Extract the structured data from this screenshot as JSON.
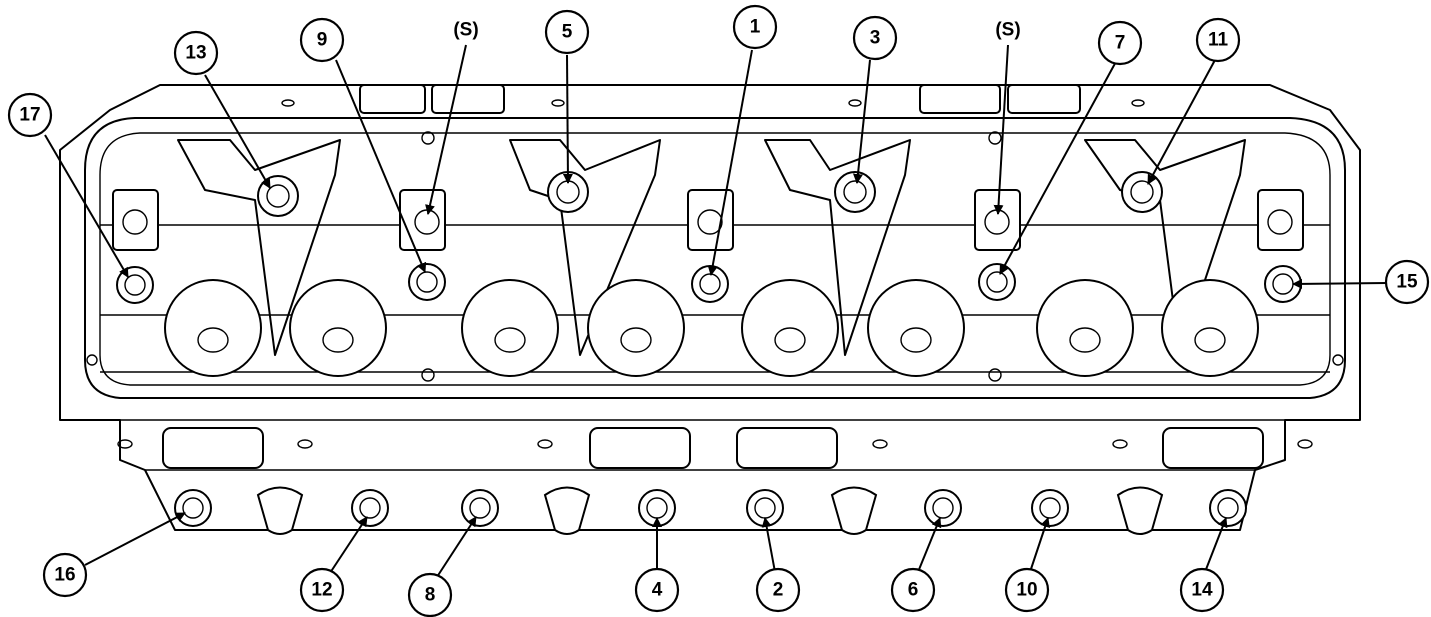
{
  "callouts": [
    {
      "label": "17"
    },
    {
      "label": "13"
    },
    {
      "label": "9"
    },
    {
      "label": "5"
    },
    {
      "label": "1"
    },
    {
      "label": "3"
    },
    {
      "label": "7"
    },
    {
      "label": "11"
    },
    {
      "label": "15"
    },
    {
      "label": "16"
    },
    {
      "label": "12"
    },
    {
      "label": "8"
    },
    {
      "label": "4"
    },
    {
      "label": "2"
    },
    {
      "label": "6"
    },
    {
      "label": "10"
    },
    {
      "label": "14"
    }
  ],
  "special_labels": [
    {
      "label": "(S)"
    },
    {
      "label": "(S)"
    }
  ]
}
